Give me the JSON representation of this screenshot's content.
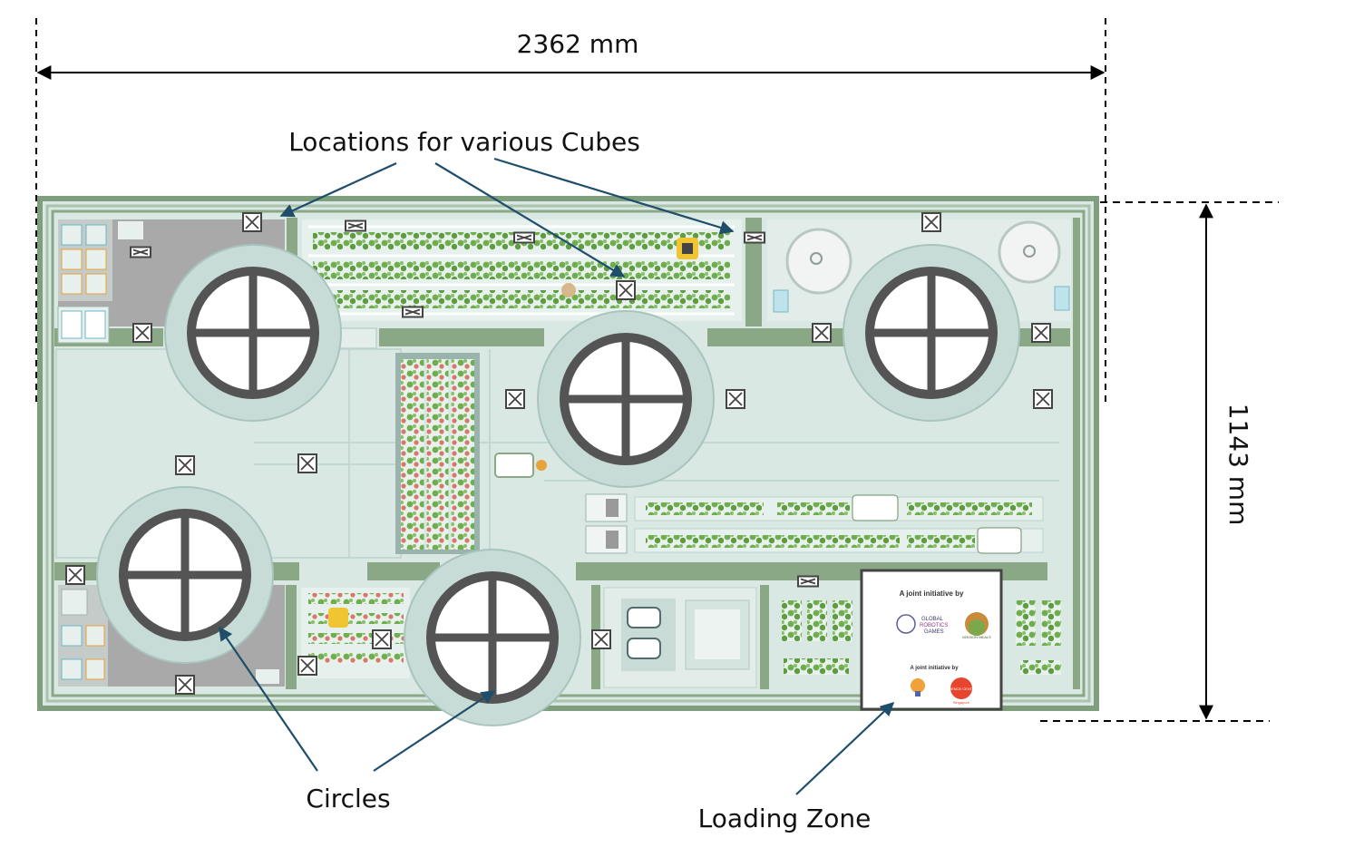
{
  "labels": {
    "width": "2362 mm",
    "height": "1143 mm",
    "cubes": "Locations for various Cubes",
    "circles": "Circles",
    "loading": "Loading Zone"
  },
  "sign": {
    "line1": "A joint initiative by",
    "grg1": "GLOBAL",
    "grg2": "ROBOTICS",
    "grg3": "GAMES",
    "mm": "MISSION MEALS",
    "line2": "A joint initiative by",
    "scl": "SCIENCE CENTRE",
    "scl2": "Singapore"
  },
  "colors": {
    "board_edge": "#7f9e7e",
    "board_fill": "#d9e8e3",
    "wall": "#8aa886",
    "circle_ring": "#c7dcd7",
    "wheel": "#545454",
    "arrow": "#1f4e6b",
    "plant": "#6fae4e"
  }
}
